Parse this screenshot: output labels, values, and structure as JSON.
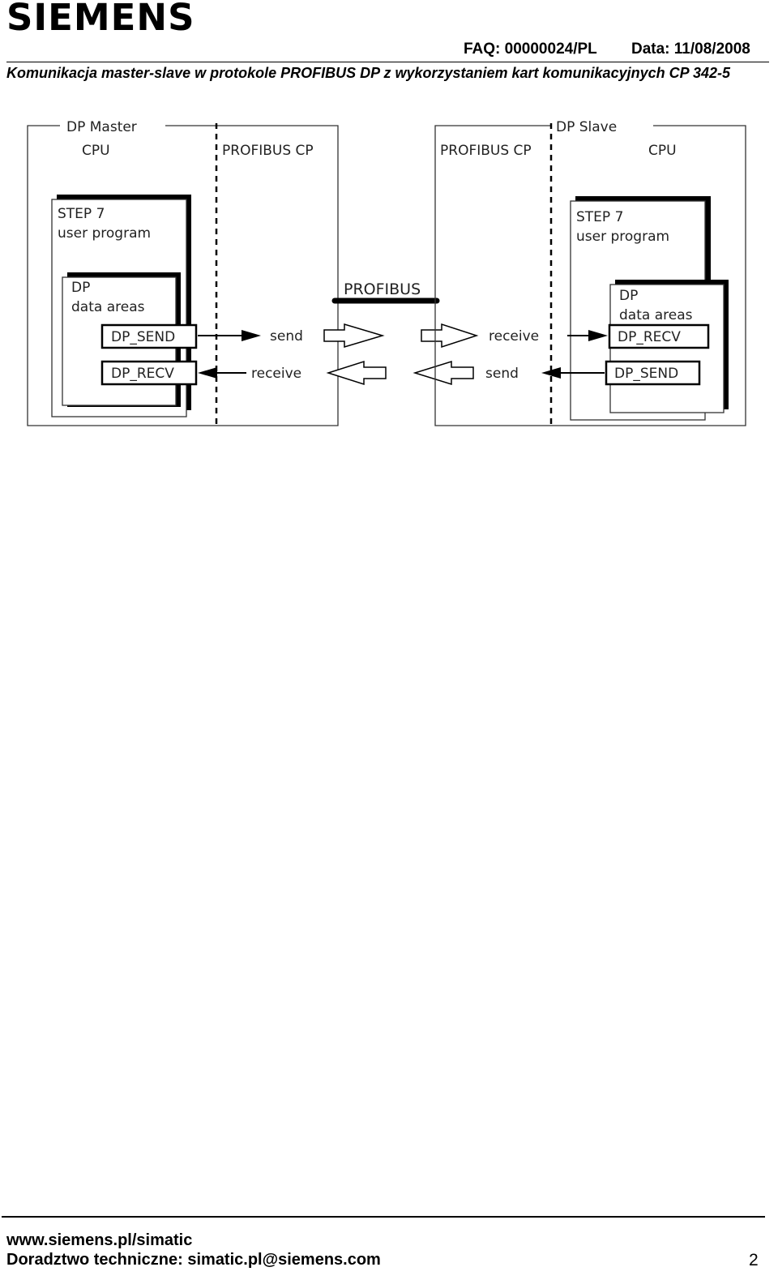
{
  "header": {
    "logo": "SIEMENS",
    "faq": "FAQ: 00000024/PL",
    "date": "Data: 11/08/2008",
    "title": "Komunikacja master-slave w protokole PROFIBUS DP z wykorzystaniem kart komunikacyjnych CP 342-5"
  },
  "diagram": {
    "master_label": "DP Master",
    "master_cpu": "CPU",
    "master_cp": "PROFIBUS CP",
    "slave_label": "DP Slave",
    "slave_cp": "PROFIBUS CP",
    "slave_cpu": "CPU",
    "step7_line1": "STEP 7",
    "step7_line2": "user program",
    "dp_line1": "DP",
    "dp_line2": "data areas",
    "dp_send": "DP_SEND",
    "dp_recv": "DP_RECV",
    "send": "send",
    "receive": "receive",
    "bus": "PROFIBUS"
  },
  "footer": {
    "web": "www.siemens.pl/simatic",
    "help": "Doradztwo techniczne: simatic.pl@siemens.com",
    "page": "2"
  }
}
